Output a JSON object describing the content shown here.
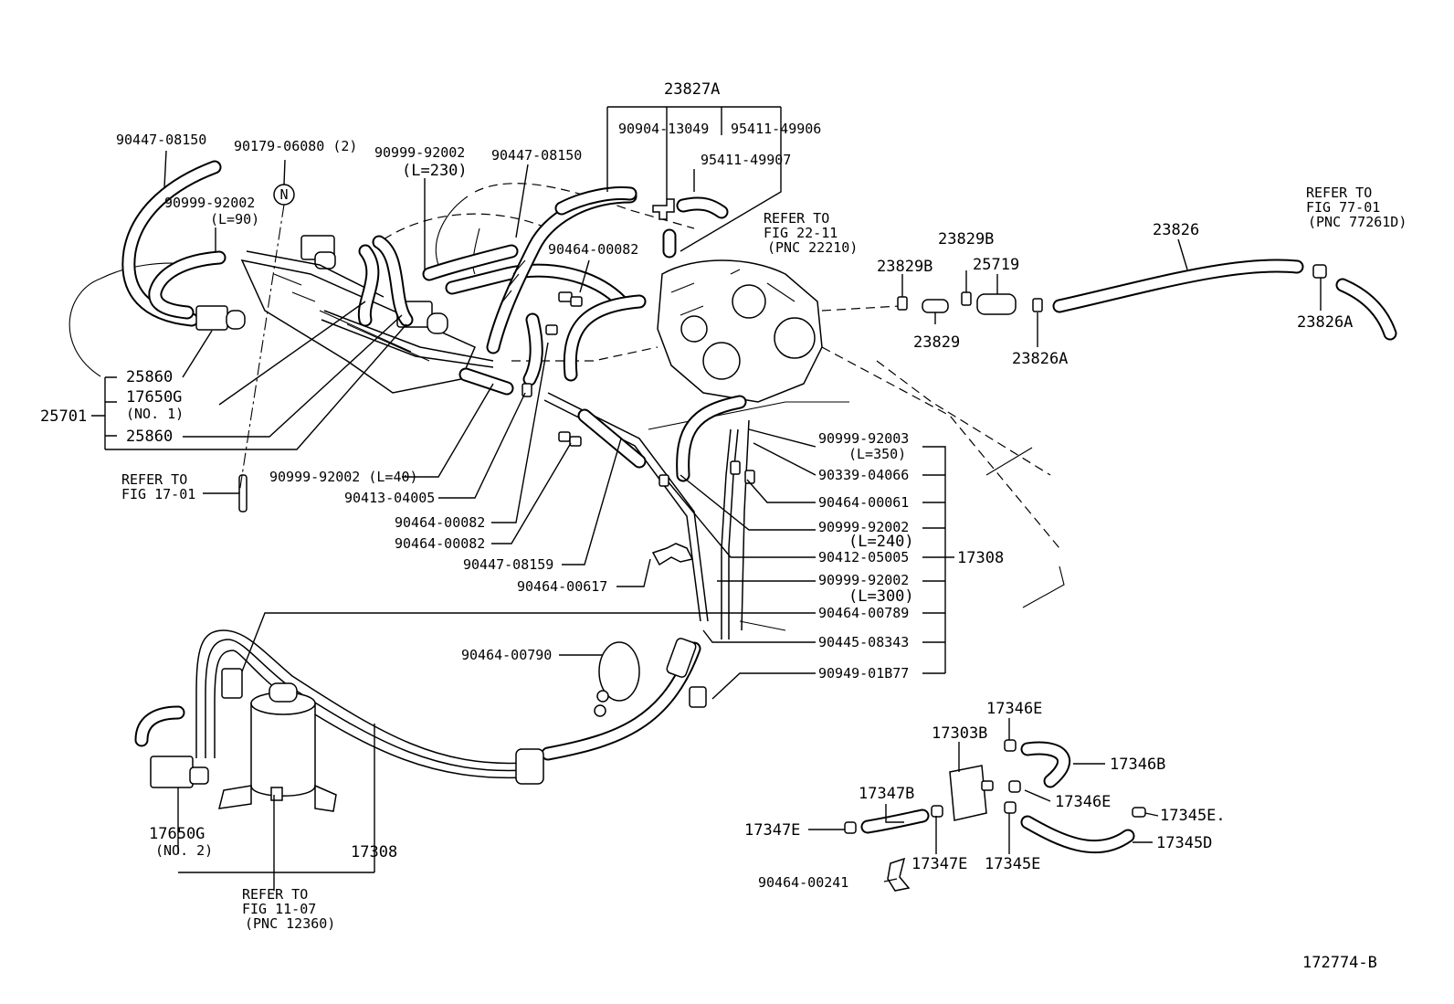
{
  "diagram_id": "172774-B",
  "callouts": {
    "c23827A": "23827A",
    "c90904_13049": "90904-13049",
    "c95411_49906": "95411-49906",
    "c95411_49907": "95411-49907",
    "c90447_08150a": "90447-08150",
    "c90179_06080": "90179-06080 (2)",
    "c90999_92002_230": "90999-92002",
    "c90999_92002_230_len": "(L=230)",
    "c90447_08150b": "90447-08150",
    "c90999_92002_90": "90999-92002",
    "c90999_92002_90_len": "(L=90)",
    "c90464_00082a": "90464-00082",
    "c25860a": "25860",
    "c25701": "25701",
    "c17650G_1": "17650G",
    "c17650G_1_no": "(NO. 1)",
    "c25860b": "25860",
    "c90999_92002_40": "90999-92002 (L=40)",
    "c90413_04005": "90413-04005",
    "c90464_00082b": "90464-00082",
    "c90464_00082c": "90464-00082",
    "c90447_08159": "90447-08159",
    "c90464_00617": "90464-00617",
    "c90464_00790": "90464-00790",
    "c23829B_a": "23829B",
    "c23829B_b": "23829B",
    "c25719": "25719",
    "c23829": "23829",
    "c23826": "23826",
    "c23826A_a": "23826A",
    "c23826A_b": "23826A",
    "c90999_92003": "90999-92003",
    "c90999_92003_len": "(L=350)",
    "c90339_04066": "90339-04066",
    "c90464_00061": "90464-00061",
    "c90999_92002_240": "90999-92002",
    "c90999_92002_240_len": "(L=240)",
    "c90412_05005": "90412-05005",
    "c17308a": "17308",
    "c90999_92002_300": "90999-92002",
    "c90999_92002_300_len": "(L=300)",
    "c90464_00789": "90464-00789",
    "c90445_08343": "90445-08343",
    "c90949_01B77": "90949-01B77",
    "c17346E_a": "17346E",
    "c17303B": "17303B",
    "c17346B": "17346B",
    "c17346E_b": "17346E",
    "c17347B": "17347B",
    "c17347E_a": "17347E",
    "c17345E_a": "17345E.",
    "c17345D": "17345D",
    "c17347E_b": "17347E",
    "c17345E_b": "17345E",
    "c90464_00241": "90464-00241",
    "c17650G_2": "17650G",
    "c17650G_2_no": "(NO. 2)",
    "c17308b": "17308"
  },
  "references": {
    "fig22_l1": "REFER TO",
    "fig22_l2": "FIG 22-11",
    "fig22_l3": "(PNC 22210)",
    "fig77_l1": "REFER TO",
    "fig77_l2": "FIG 77-01",
    "fig77_l3": "(PNC 77261D)",
    "fig17_l1": "REFER TO",
    "fig17_l2": "FIG 17-01",
    "fig11_l1": "REFER TO",
    "fig11_l2": "FIG 11-07",
    "fig11_l3": "(PNC 12360)"
  },
  "symbols": {
    "n_mark": "N"
  }
}
